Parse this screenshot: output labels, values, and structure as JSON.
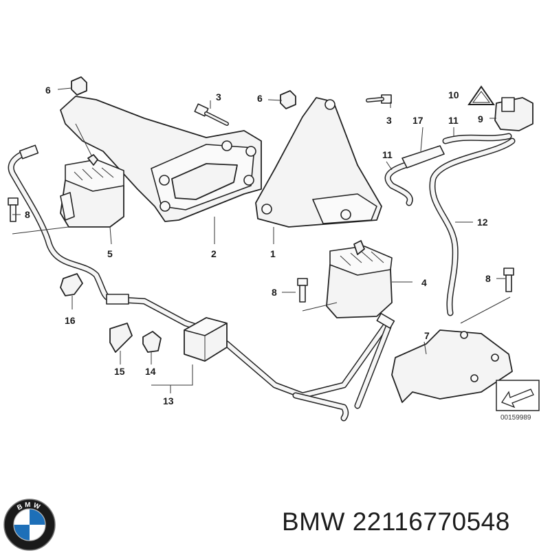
{
  "diagram": {
    "callouts": {
      "c1": "1",
      "c2": "2",
      "c3a": "3",
      "c3b": "3",
      "c4": "4",
      "c5": "5",
      "c6a": "6",
      "c6b": "6",
      "c7": "7",
      "c8a": "8",
      "c8b": "8",
      "c8c": "8",
      "c9": "9",
      "c10": "10",
      "c11a": "11",
      "c11b": "11",
      "c12": "12",
      "c13": "13",
      "c14": "14",
      "c15": "15",
      "c16": "16",
      "c17": "17"
    },
    "drawing_number": "00159989"
  },
  "brand": {
    "logo_letters": "BMW",
    "caption": "BMW 22116770548"
  },
  "colors": {
    "logo_blue": "#1d6fb8",
    "logo_ring": "#1a1a1a",
    "line": "#222222"
  }
}
